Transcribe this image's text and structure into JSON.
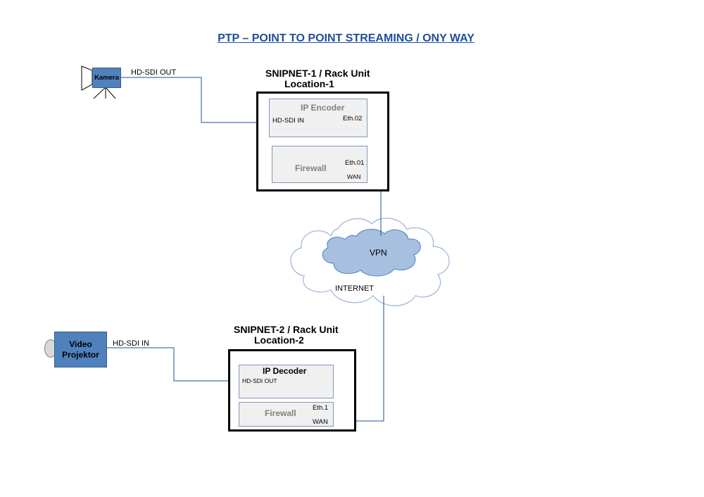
{
  "title": "PTP – POINT TO POINT STREAMING / ONY WAY",
  "camera": {
    "label": "Kamera",
    "output_label": "HD-SDI OUT"
  },
  "projector": {
    "label_line1": "Video",
    "label_line2": "Projektor",
    "input_label": "HD-SDI IN"
  },
  "rack1": {
    "name": "SNIPNET-1 / Rack Unit",
    "location": "Location-1",
    "encoder": {
      "title": "IP Encoder",
      "input_port": "HD-SDI IN",
      "eth_port": "Eth.02"
    },
    "firewall": {
      "title": "Firewall",
      "eth_port": "Eth.01",
      "wan_port": "WAN"
    }
  },
  "rack2": {
    "name": "SNIPNET-2 / Rack Unit",
    "location": "Location-2",
    "decoder": {
      "title": "IP Decoder",
      "output_port": "HD-SDI OUT"
    },
    "firewall": {
      "title": "Firewall",
      "eth_port": "Eth.1",
      "wan_port": "WAN"
    }
  },
  "network": {
    "vpn_label": "VPN",
    "internet_label": "INTERNET"
  },
  "colors": {
    "title": "#1f4e9c",
    "device_blue": "#4f81bd",
    "vpn_cloud": "#a7c0df",
    "line": "#1f4e9c"
  }
}
